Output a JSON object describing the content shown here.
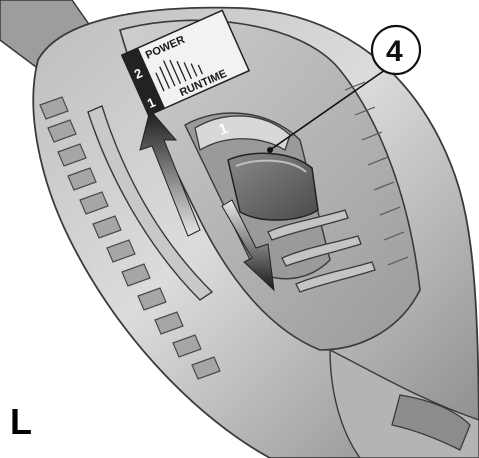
{
  "figure": {
    "letter": "L",
    "callout": "4"
  },
  "indicator": {
    "top_label": "POWER",
    "bottom_label": "RUNTIME",
    "level_high": "2",
    "level_low": "1"
  },
  "switch": {
    "position_mark": "1"
  },
  "colors": {
    "body_dark": "#7a7a7a",
    "body_mid": "#a8a8a8",
    "body_light": "#d6d6d6",
    "outline": "#3a3a3a",
    "arrow": "#222222"
  }
}
